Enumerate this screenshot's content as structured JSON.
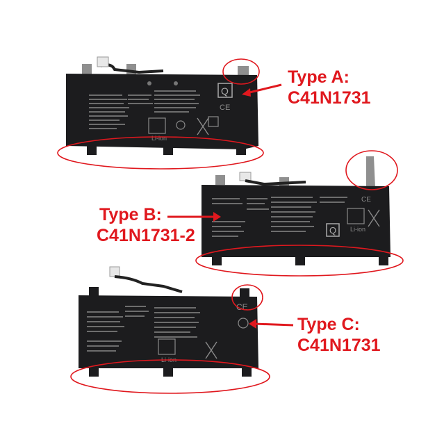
{
  "labels": {
    "a": {
      "type": "Type A:",
      "model": "C41N1731"
    },
    "b": {
      "type": "Type B:",
      "model": "C41N1731-2"
    },
    "c": {
      "type": "Type C:",
      "model": "C41N1731"
    }
  },
  "battery_marks": {
    "li_ion": "Li-ion"
  },
  "colors": {
    "annotation_red": "#e0181e",
    "battery_body": "#1c1c1e",
    "battery_text": "#8a8a8a",
    "bracket_metal": "#9a9a9a"
  }
}
